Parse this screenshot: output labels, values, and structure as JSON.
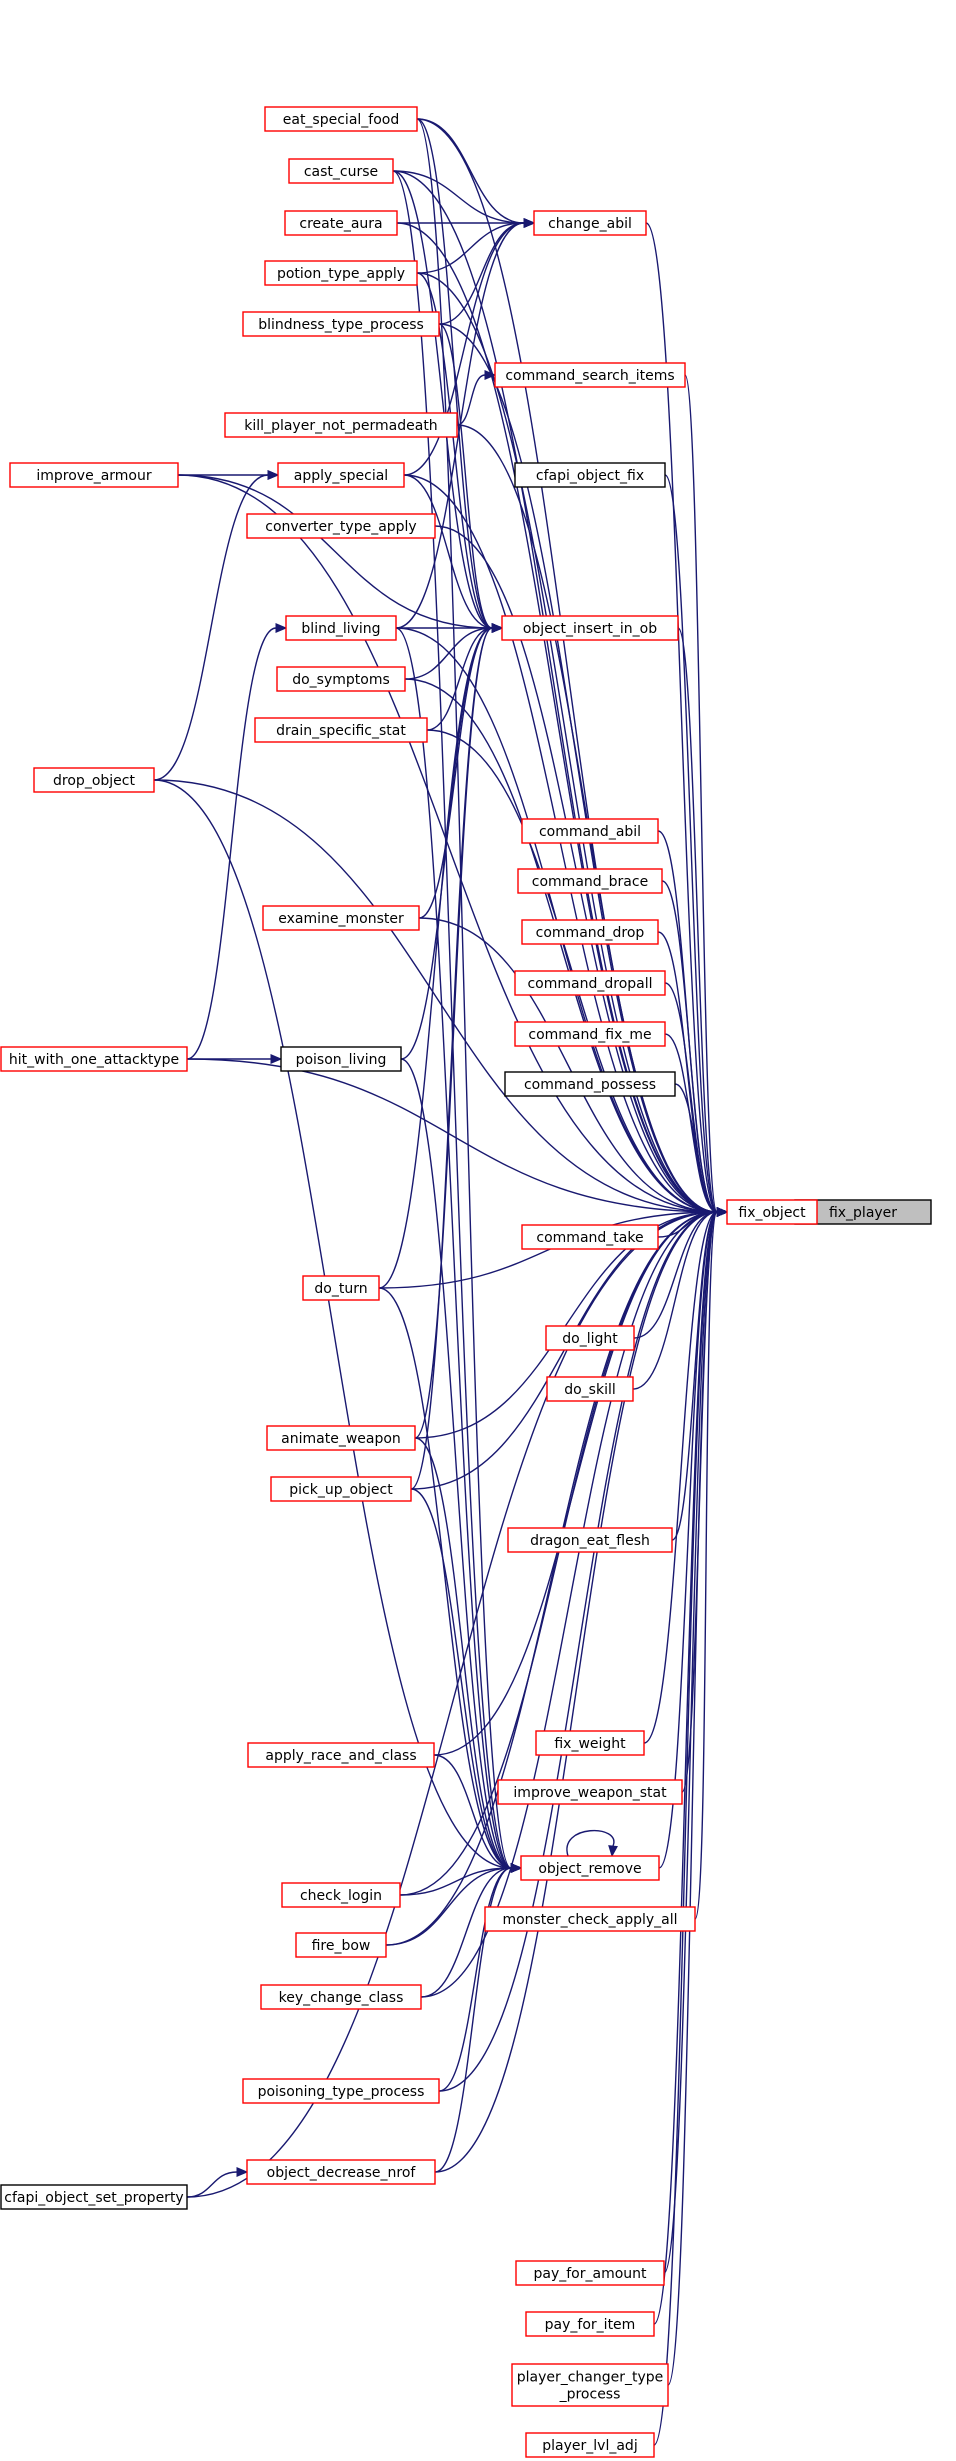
{
  "colors": {
    "edge": "#191970",
    "border_red": "#ff0000",
    "border_black": "#000000",
    "focus_fill": "#bfbfbf"
  },
  "nodes": [
    {
      "id": "fix_player",
      "lines": [
        "fix_player"
      ],
      "style": "focus"
    },
    {
      "id": "fix_object",
      "lines": [
        "fix_object"
      ],
      "style": "red"
    },
    {
      "id": "change_abil",
      "lines": [
        "change_abil"
      ],
      "style": "red"
    },
    {
      "id": "object_insert_in_ob",
      "lines": [
        "object_insert_in_ob"
      ],
      "style": "red"
    },
    {
      "id": "object_remove",
      "lines": [
        "object_remove"
      ],
      "style": "red"
    },
    {
      "id": "eat_special_food",
      "lines": [
        "eat_special_food"
      ],
      "style": "red"
    },
    {
      "id": "cast_curse",
      "lines": [
        "cast_curse"
      ],
      "style": "red"
    },
    {
      "id": "create_aura",
      "lines": [
        "create_aura"
      ],
      "style": "red"
    },
    {
      "id": "potion_type_apply",
      "lines": [
        "potion_type_apply"
      ],
      "style": "red"
    },
    {
      "id": "blindness_type_process",
      "lines": [
        "blindness_type_process"
      ],
      "style": "red"
    },
    {
      "id": "command_search_items",
      "lines": [
        "command_search_items"
      ],
      "style": "red"
    },
    {
      "id": "kill_player_not_permadeath",
      "lines": [
        "kill_player_not_permadeath"
      ],
      "style": "red"
    },
    {
      "id": "improve_armour",
      "lines": [
        "improve_armour"
      ],
      "style": "red"
    },
    {
      "id": "apply_special",
      "lines": [
        "apply_special"
      ],
      "style": "red"
    },
    {
      "id": "cfapi_object_fix",
      "lines": [
        "cfapi_object_fix"
      ],
      "style": "black"
    },
    {
      "id": "converter_type_apply",
      "lines": [
        "converter_type_apply"
      ],
      "style": "red"
    },
    {
      "id": "blind_living",
      "lines": [
        "blind_living"
      ],
      "style": "red"
    },
    {
      "id": "do_symptoms",
      "lines": [
        "do_symptoms"
      ],
      "style": "red"
    },
    {
      "id": "drain_specific_stat",
      "lines": [
        "drain_specific_stat"
      ],
      "style": "red"
    },
    {
      "id": "drop_object",
      "lines": [
        "drop_object"
      ],
      "style": "red"
    },
    {
      "id": "command_abil",
      "lines": [
        "command_abil"
      ],
      "style": "red"
    },
    {
      "id": "command_brace",
      "lines": [
        "command_brace"
      ],
      "style": "red"
    },
    {
      "id": "command_drop",
      "lines": [
        "command_drop"
      ],
      "style": "red"
    },
    {
      "id": "examine_monster",
      "lines": [
        "examine_monster"
      ],
      "style": "red"
    },
    {
      "id": "command_dropall",
      "lines": [
        "command_dropall"
      ],
      "style": "red"
    },
    {
      "id": "command_fix_me",
      "lines": [
        "command_fix_me"
      ],
      "style": "red"
    },
    {
      "id": "hit_with_one_attacktype",
      "lines": [
        "hit_with_one_attacktype"
      ],
      "style": "red"
    },
    {
      "id": "poison_living",
      "lines": [
        "poison_living"
      ],
      "style": "black"
    },
    {
      "id": "command_possess",
      "lines": [
        "command_possess"
      ],
      "style": "black"
    },
    {
      "id": "command_take",
      "lines": [
        "command_take"
      ],
      "style": "red"
    },
    {
      "id": "do_turn",
      "lines": [
        "do_turn"
      ],
      "style": "red"
    },
    {
      "id": "do_light",
      "lines": [
        "do_light"
      ],
      "style": "red"
    },
    {
      "id": "do_skill",
      "lines": [
        "do_skill"
      ],
      "style": "red"
    },
    {
      "id": "animate_weapon",
      "lines": [
        "animate_weapon"
      ],
      "style": "red"
    },
    {
      "id": "pick_up_object",
      "lines": [
        "pick_up_object"
      ],
      "style": "red"
    },
    {
      "id": "dragon_eat_flesh",
      "lines": [
        "dragon_eat_flesh"
      ],
      "style": "red"
    },
    {
      "id": "fix_weight",
      "lines": [
        "fix_weight"
      ],
      "style": "red"
    },
    {
      "id": "apply_race_and_class",
      "lines": [
        "apply_race_and_class"
      ],
      "style": "red"
    },
    {
      "id": "improve_weapon_stat",
      "lines": [
        "improve_weapon_stat"
      ],
      "style": "red"
    },
    {
      "id": "check_login",
      "lines": [
        "check_login"
      ],
      "style": "red"
    },
    {
      "id": "monster_check_apply_all",
      "lines": [
        "monster_check_apply_all"
      ],
      "style": "red"
    },
    {
      "id": "fire_bow",
      "lines": [
        "fire_bow"
      ],
      "style": "red"
    },
    {
      "id": "key_change_class",
      "lines": [
        "key_change_class"
      ],
      "style": "red"
    },
    {
      "id": "poisoning_type_process",
      "lines": [
        "poisoning_type_process"
      ],
      "style": "red"
    },
    {
      "id": "object_decrease_nrof",
      "lines": [
        "object_decrease_nrof"
      ],
      "style": "red"
    },
    {
      "id": "cfapi_object_set_property",
      "lines": [
        "cfapi_object_set_property"
      ],
      "style": "black"
    },
    {
      "id": "pay_for_amount",
      "lines": [
        "pay_for_amount"
      ],
      "style": "red"
    },
    {
      "id": "pay_for_item",
      "lines": [
        "pay_for_item"
      ],
      "style": "red"
    },
    {
      "id": "player_changer_type_process",
      "lines": [
        "player_changer_type",
        "_process"
      ],
      "style": "red"
    },
    {
      "id": "player_lvl_adj",
      "lines": [
        "player_lvl_adj"
      ],
      "style": "red"
    }
  ],
  "edges": [
    [
      "fix_object",
      "fix_player"
    ],
    [
      "eat_special_food",
      "fix_object"
    ],
    [
      "cast_curse",
      "fix_object"
    ],
    [
      "create_aura",
      "fix_object"
    ],
    [
      "potion_type_apply",
      "fix_object"
    ],
    [
      "blindness_type_process",
      "fix_object"
    ],
    [
      "change_abil",
      "fix_object"
    ],
    [
      "command_search_items",
      "fix_object"
    ],
    [
      "kill_player_not_permadeath",
      "fix_object"
    ],
    [
      "improve_armour",
      "fix_object"
    ],
    [
      "apply_special",
      "fix_object"
    ],
    [
      "cfapi_object_fix",
      "fix_object"
    ],
    [
      "converter_type_apply",
      "fix_object"
    ],
    [
      "object_insert_in_ob",
      "fix_object"
    ],
    [
      "blind_living",
      "fix_object"
    ],
    [
      "do_symptoms",
      "fix_object"
    ],
    [
      "drain_specific_stat",
      "fix_object"
    ],
    [
      "drop_object",
      "fix_object"
    ],
    [
      "command_abil",
      "fix_object"
    ],
    [
      "command_brace",
      "fix_object"
    ],
    [
      "command_drop",
      "fix_object"
    ],
    [
      "examine_monster",
      "fix_object"
    ],
    [
      "command_dropall",
      "fix_object"
    ],
    [
      "command_fix_me",
      "fix_object"
    ],
    [
      "command_possess",
      "fix_object"
    ],
    [
      "command_take",
      "fix_object"
    ],
    [
      "do_turn",
      "fix_object"
    ],
    [
      "do_light",
      "fix_object"
    ],
    [
      "do_skill",
      "fix_object"
    ],
    [
      "animate_weapon",
      "fix_object"
    ],
    [
      "pick_up_object",
      "fix_object"
    ],
    [
      "dragon_eat_flesh",
      "fix_object"
    ],
    [
      "hit_with_one_attacktype",
      "fix_object"
    ],
    [
      "fix_weight",
      "fix_object"
    ],
    [
      "apply_race_and_class",
      "fix_object"
    ],
    [
      "improve_weapon_stat",
      "fix_object"
    ],
    [
      "object_remove",
      "fix_object"
    ],
    [
      "monster_check_apply_all",
      "fix_object"
    ],
    [
      "check_login",
      "fix_object"
    ],
    [
      "fire_bow",
      "fix_object"
    ],
    [
      "key_change_class",
      "fix_object"
    ],
    [
      "poisoning_type_process",
      "fix_object"
    ],
    [
      "object_decrease_nrof",
      "fix_object"
    ],
    [
      "cfapi_object_set_property",
      "fix_object"
    ],
    [
      "pay_for_amount",
      "fix_object"
    ],
    [
      "pay_for_item",
      "fix_object"
    ],
    [
      "player_changer_type_process",
      "fix_object"
    ],
    [
      "player_lvl_adj",
      "fix_object"
    ],
    [
      "eat_special_food",
      "change_abil"
    ],
    [
      "cast_curse",
      "change_abil"
    ],
    [
      "create_aura",
      "change_abil"
    ],
    [
      "potion_type_apply",
      "change_abil"
    ],
    [
      "blindness_type_process",
      "change_abil"
    ],
    [
      "apply_special",
      "change_abil"
    ],
    [
      "blind_living",
      "change_abil"
    ],
    [
      "kill_player_not_permadeath",
      "command_search_items"
    ],
    [
      "improve_armour",
      "apply_special"
    ],
    [
      "drop_object",
      "apply_special"
    ],
    [
      "hit_with_one_attacktype",
      "blind_living"
    ],
    [
      "hit_with_one_attacktype",
      "poison_living"
    ],
    [
      "eat_special_food",
      "object_insert_in_ob"
    ],
    [
      "cast_curse",
      "object_insert_in_ob"
    ],
    [
      "potion_type_apply",
      "object_insert_in_ob"
    ],
    [
      "apply_special",
      "object_insert_in_ob"
    ],
    [
      "improve_armour",
      "object_insert_in_ob"
    ],
    [
      "blindness_type_process",
      "object_insert_in_ob"
    ],
    [
      "blind_living",
      "object_insert_in_ob"
    ],
    [
      "do_symptoms",
      "object_insert_in_ob"
    ],
    [
      "drain_specific_stat",
      "object_insert_in_ob"
    ],
    [
      "examine_monster",
      "object_insert_in_ob"
    ],
    [
      "poison_living",
      "object_insert_in_ob"
    ],
    [
      "do_turn",
      "object_insert_in_ob"
    ],
    [
      "animate_weapon",
      "object_insert_in_ob"
    ],
    [
      "pick_up_object",
      "object_insert_in_ob"
    ],
    [
      "object_remove",
      "object_remove"
    ],
    [
      "apply_race_and_class",
      "object_remove"
    ],
    [
      "check_login",
      "object_remove"
    ],
    [
      "fire_bow",
      "object_remove"
    ],
    [
      "key_change_class",
      "object_remove"
    ],
    [
      "poisoning_type_process",
      "object_remove"
    ],
    [
      "object_decrease_nrof",
      "object_remove"
    ],
    [
      "drop_object",
      "object_remove"
    ],
    [
      "blind_living",
      "object_remove"
    ],
    [
      "poison_living",
      "object_remove"
    ],
    [
      "do_turn",
      "object_remove"
    ],
    [
      "animate_weapon",
      "object_remove"
    ],
    [
      "pick_up_object",
      "object_remove"
    ],
    [
      "cast_curse",
      "object_remove"
    ],
    [
      "eat_special_food",
      "object_remove"
    ],
    [
      "cfapi_object_set_property",
      "object_decrease_nrof"
    ]
  ]
}
